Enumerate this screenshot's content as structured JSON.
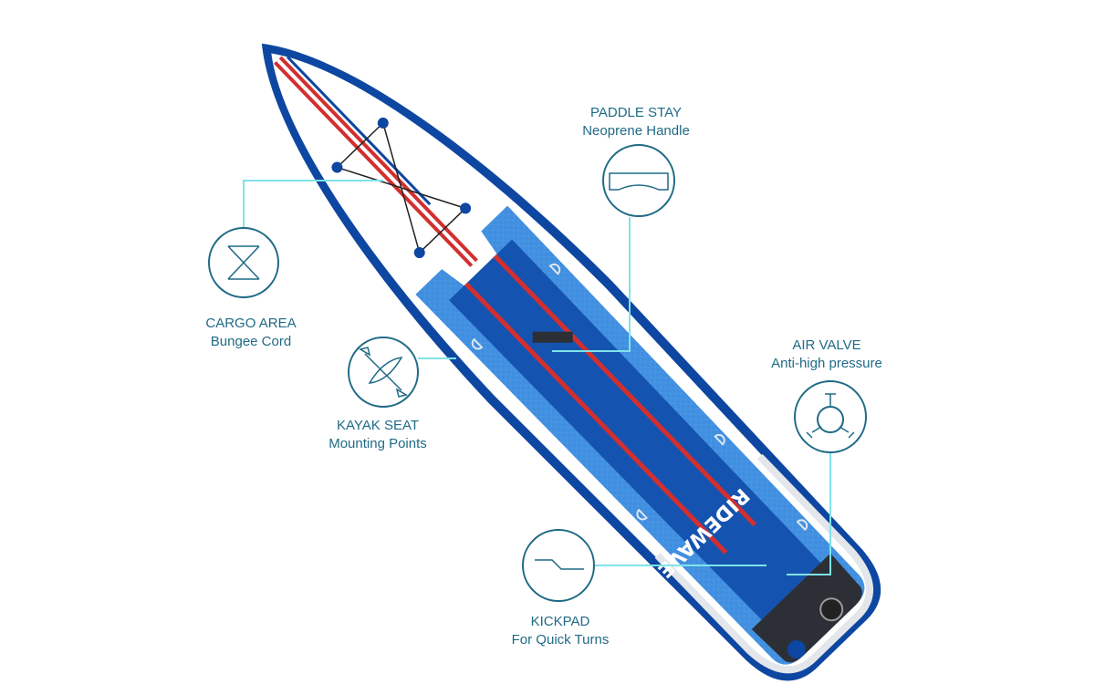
{
  "board": {
    "brand_logo": "RIDEWAVE",
    "colors": {
      "outline": "#0d47a1",
      "deck": "#1565c0",
      "pad": "#3f8ee0",
      "stripe": "#d32f2f",
      "callout_line": "#7fe3e8",
      "icon": "#1f6a86"
    }
  },
  "callouts": [
    {
      "title": "CARGO AREA",
      "subtitle": "Bungee Cord",
      "icon": "bungee-cord-icon"
    },
    {
      "title": "KAYAK SEAT",
      "subtitle": "Mounting Points",
      "icon": "kayak-paddle-icon"
    },
    {
      "title": "PADDLE STAY",
      "subtitle": "Neoprene Handle",
      "icon": "handle-icon"
    },
    {
      "title": "AIR VALVE",
      "subtitle": "Anti-high pressure",
      "icon": "air-valve-icon"
    },
    {
      "title": "KICKPAD",
      "subtitle": "For Quick Turns",
      "icon": "kickpad-icon"
    }
  ]
}
